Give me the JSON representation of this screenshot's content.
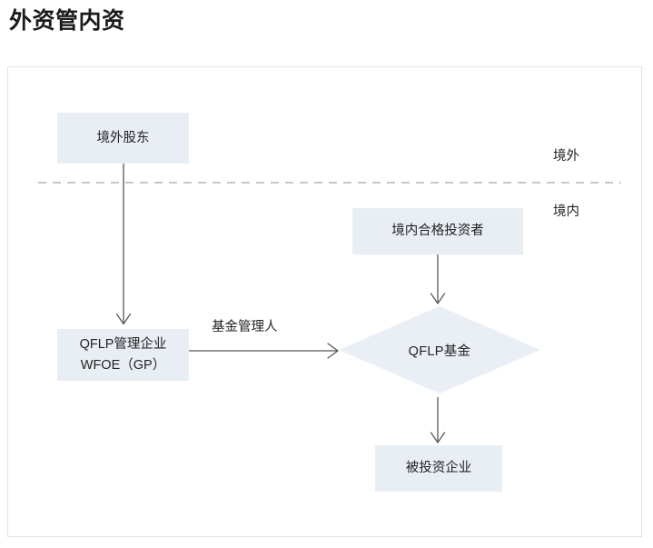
{
  "page": {
    "title": "外资管内资",
    "background_color": "#ffffff"
  },
  "frame": {
    "border_color": "#e3e3e3"
  },
  "theme": {
    "node_fill": "#e9eef5",
    "diamond_fill": "#eaeff6",
    "connector_color": "#595959",
    "divider_color": "#a8a8a8",
    "text_color": "#222222"
  },
  "diagram": {
    "type": "flowchart",
    "nodes": [
      {
        "id": "overseas-shareholder",
        "label": "境外股东",
        "shape": "rectangle",
        "region": "境外"
      },
      {
        "id": "domestic-investor",
        "label": "境内合格投资者",
        "shape": "rectangle",
        "region": "境内"
      },
      {
        "id": "qflp-wfoe",
        "label": "QFLP管理企业\nWFOE（GP）",
        "shape": "rectangle",
        "region": "境内"
      },
      {
        "id": "qflp-fund",
        "label": "QFLP基金",
        "shape": "diamond",
        "region": "境内"
      },
      {
        "id": "invested-enterprise",
        "label": "被投资企业",
        "shape": "rectangle",
        "region": "境内"
      }
    ],
    "edges": [
      {
        "id": "edge-shareholder-to-wfoe",
        "from": "overseas-shareholder",
        "to": "qflp-wfoe",
        "label": "",
        "direction": "down"
      },
      {
        "id": "edge-wfoe-to-fund",
        "from": "qflp-wfoe",
        "to": "qflp-fund",
        "label": "基金管理人",
        "direction": "right"
      },
      {
        "id": "edge-investor-to-fund",
        "from": "domestic-investor",
        "to": "qflp-fund",
        "label": "",
        "direction": "down"
      },
      {
        "id": "edge-fund-to-enterprise",
        "from": "qflp-fund",
        "to": "invested-enterprise",
        "label": "",
        "direction": "down"
      }
    ],
    "divider": {
      "style": "dashed",
      "above_label": "境外",
      "below_label": "境内"
    }
  }
}
